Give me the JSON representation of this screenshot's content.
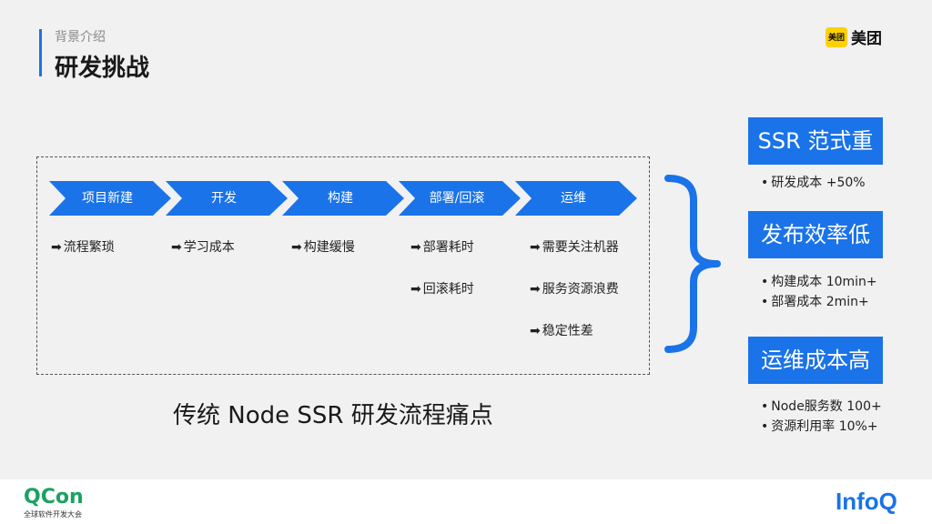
{
  "header": {
    "section": "背景介绍",
    "title": "研发挑战"
  },
  "brand": {
    "badge": "美团",
    "name": "美团"
  },
  "flow": {
    "stage_color": "#1a73e8",
    "stages": [
      {
        "label": "项目新建",
        "pains": [
          "流程繁琐"
        ]
      },
      {
        "label": "开发",
        "pains": [
          "学习成本"
        ]
      },
      {
        "label": "构建",
        "pains": [
          "构建缓慢"
        ]
      },
      {
        "label": "部署/回滚",
        "pains": [
          "部署耗时",
          "回滚耗时"
        ]
      },
      {
        "label": "运维",
        "pains": [
          "需要关注机器",
          "服务资源浪费",
          "稳定性差"
        ]
      }
    ],
    "arrow_glyph": "➡",
    "caption": "传统 Node SSR 研发流程痛点"
  },
  "challenges": [
    {
      "title": "SSR 范式重",
      "points": [
        "研发成本 +50%"
      ]
    },
    {
      "title": "发布效率低",
      "points": [
        "构建成本 10min+",
        "部署成本 2min+"
      ]
    },
    {
      "title": "运维成本高",
      "points": [
        "Node服务数 100+",
        "资源利用率 10%+"
      ]
    }
  ],
  "footer": {
    "left_logo": "QCon",
    "left_sub": "全球软件开发大会",
    "right_logo": "InfoQ"
  }
}
